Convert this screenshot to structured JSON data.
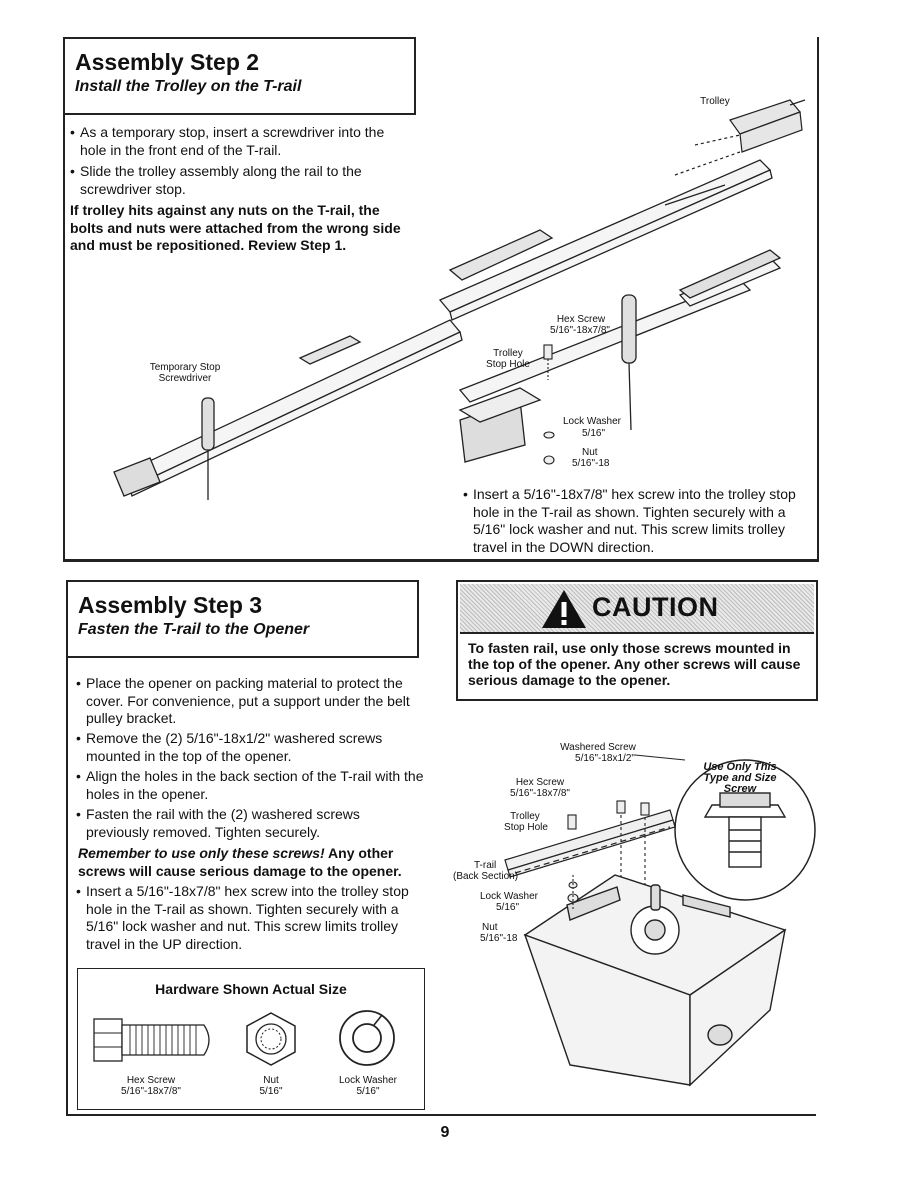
{
  "step2": {
    "title": "Assembly Step 2",
    "subtitle": "Install the Trolley on the T-rail",
    "bullets": [
      "As a temporary stop, insert a screwdriver into the hole in the front end of the T-rail.",
      "Slide the trolley assembly along the rail to the screwdriver stop."
    ],
    "warning": "If trolley hits against any nuts on the T-rail, the bolts and nuts were attached from the wrong side and must be repositioned. Review Step 1.",
    "labels": {
      "trolley": "Trolley",
      "temporary_stop": "Temporary Stop",
      "screwdriver": "Screwdriver",
      "hex_screw": "Hex Screw",
      "hex_screw_size": "5/16\"-18x7/8\"",
      "trolley_stop": "Trolley",
      "stop_hole": "Stop Hole",
      "lock_washer": "Lock Washer",
      "lock_washer_size": "5/16\"",
      "nut": "Nut",
      "nut_size": "5/16\"-18"
    },
    "bullet_bottom": "Insert a 5/16\"-18x7/8\" hex screw into the trolley stop hole in the T-rail as shown. Tighten securely with a 5/16\" lock washer and nut. This screw limits trolley travel in the DOWN direction."
  },
  "step3": {
    "title": "Assembly Step 3",
    "subtitle": "Fasten the T-rail to the Opener",
    "bullets": [
      "Place the opener on packing material to protect the cover. For convenience, put a support under the belt pulley bracket.",
      "Remove the (2) 5/16\"-18x1/2\" washered screws mounted in the top of the opener.",
      "Align the holes in the back section of the T-rail with the holes in the opener.",
      "Fasten the rail with the (2) washered screws previously removed. Tighten securely."
    ],
    "remember_italic": "Remember to use only these screws!",
    "remember_rest": " Any other screws will cause serious damage to the opener.",
    "bullet_last": "Insert a 5/16\"-18x7/8\" hex screw into the trolley stop hole in the T-rail as shown. Tighten securely with a 5/16\" lock washer and nut. This screw limits trolley travel in the UP direction."
  },
  "hardware": {
    "title": "Hardware Shown Actual Size",
    "items": [
      {
        "name": "Hex Screw",
        "size": "5/16\"-18x7/8\""
      },
      {
        "name": "Nut",
        "size": "5/16\""
      },
      {
        "name": "Lock Washer",
        "size": "5/16\""
      }
    ]
  },
  "caution": {
    "title": "CAUTION",
    "text": "To fasten rail, use only those screws mounted in the top of the opener. Any other screws will cause serious damage to the opener."
  },
  "opener_diagram": {
    "washered_screw": "Washered Screw",
    "washered_screw_size": "5/16\"-18x1/2\"",
    "hex_screw": "Hex Screw",
    "hex_screw_size": "5/16\"-18x7/8\"",
    "trolley": "Trolley",
    "stop_hole": "Stop Hole",
    "t_rail": "T-rail",
    "back_section": "(Back Section)",
    "lock_washer": "Lock Washer",
    "lock_washer_size": "5/16\"",
    "nut": "Nut",
    "nut_size": "5/16\"-18",
    "callout": [
      "Use Only This",
      "Type and Size",
      "Screw"
    ]
  },
  "page_number": "9"
}
